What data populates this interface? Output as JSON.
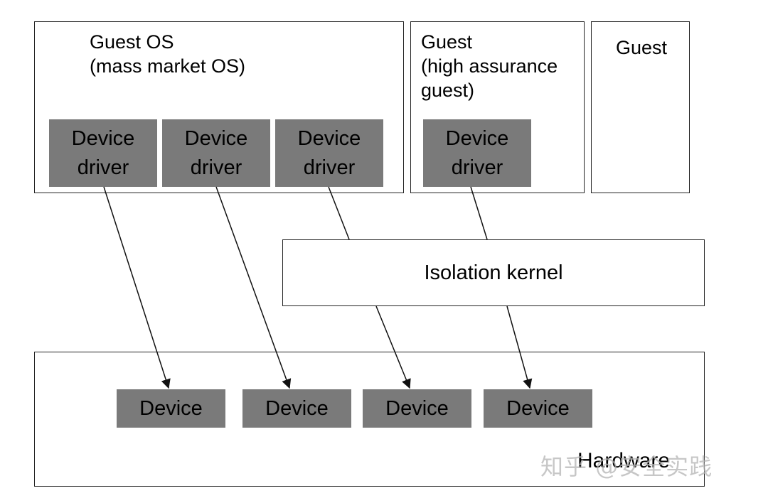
{
  "guest_os_box": {
    "title": "Guest OS\n(mass market OS)",
    "drivers": [
      "Device\ndriver",
      "Device\ndriver",
      "Device\ndriver"
    ]
  },
  "high_assurance_box": {
    "title": "Guest\n(high assurance\nguest)",
    "driver": "Device\ndriver"
  },
  "guest_box": {
    "title": "Guest"
  },
  "isolation_kernel": {
    "label": "Isolation kernel"
  },
  "hardware_box": {
    "label": "Hardware",
    "devices": [
      "Device",
      "Device",
      "Device",
      "Device"
    ]
  },
  "watermark": "知乎 @安全实践"
}
